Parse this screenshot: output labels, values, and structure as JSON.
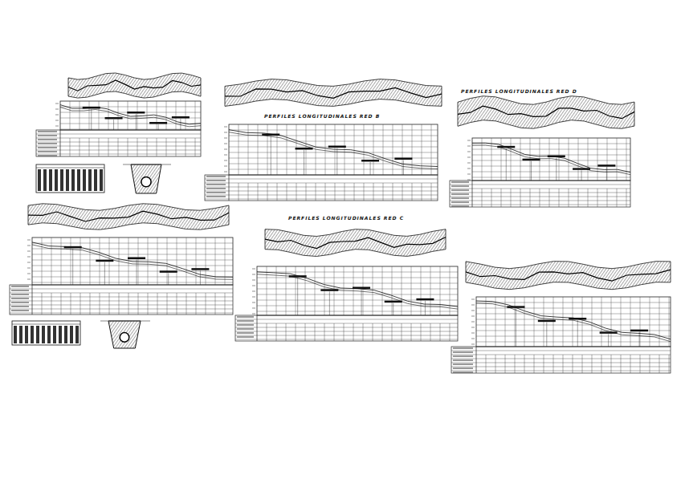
{
  "diagram": {
    "labels": [
      "PERFILES LONGITUDINALES RED B",
      "PERFILES LONGITUDINALES RED D",
      "PERFILES LONGITUDINALES RED C"
    ]
  }
}
